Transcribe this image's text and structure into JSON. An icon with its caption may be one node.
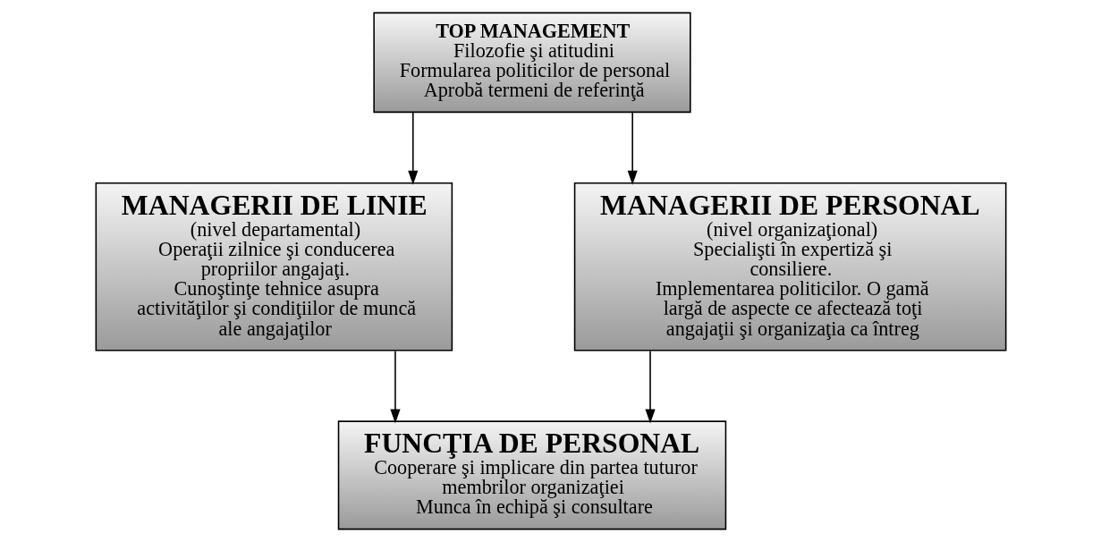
{
  "diagram": {
    "nodes": [
      {
        "text": [
          "TOP MANAGEMENT",
          "Filozofie şi atitudini",
          "Formularea politicilor de personal",
          "Aprobă termeni de referinţă"
        ]
      },
      {
        "text": [
          "MANAGERII DE LINIE",
          "(nivel departamental)",
          "Operaţii zilnice şi conducerea propriilor angajaţi.",
          "Cunoştinţe tehnice asupra activităţilor şi condiţiilor de muncă ale angajaţilor"
        ]
      },
      {
        "text": [
          "MANAGERII DE PERSONAL",
          "(nivel organizaţional)",
          "Specialişti în expertiză şi consiliere.",
          "Implementarea politicilor. O gamă largă de aspecte ce afectează toţi angajaţii şi organizaţia ca întreg"
        ]
      },
      {
        "text": [
          "FUNCŢIA DE PERSONAL",
          "Cooperare şi implicare din partea tuturor membrilor organizaţiei",
          "Munca în echipă şi consultare"
        ]
      }
    ],
    "edges": [
      {
        "from": 0,
        "to": 1,
        "arrow": "to"
      },
      {
        "from": 0,
        "to": 2,
        "arrow": "to"
      },
      {
        "from": 1,
        "to": 3,
        "arrow": "to"
      },
      {
        "from": 2,
        "to": 3,
        "arrow": "to"
      }
    ]
  }
}
